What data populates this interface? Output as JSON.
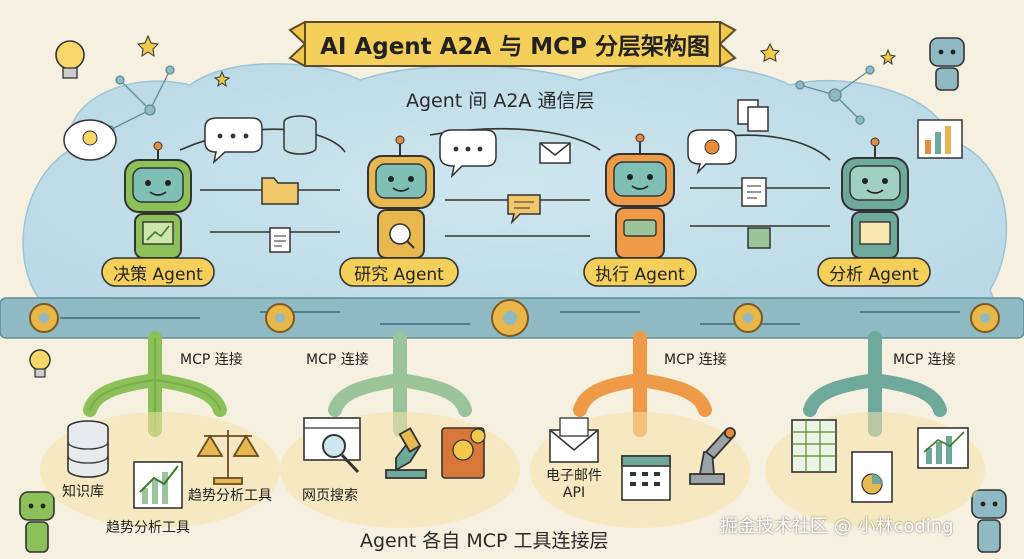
{
  "title": "AI Agent A2A 与 MCP 分层架构图",
  "layers": {
    "top": "Agent 间 A2A 通信层",
    "bottom": "Agent 各自 MCP 工具连接层"
  },
  "agents": [
    {
      "label": "决策 Agent",
      "color": "#8cc15a"
    },
    {
      "label": "研究 Agent",
      "color": "#e7b84f"
    },
    {
      "label": "执行 Agent",
      "color": "#ee9a46"
    },
    {
      "label": "分析 Agent",
      "color": "#6ea99c"
    }
  ],
  "mcp_labels": [
    "MCP 连接",
    "MCP 连接",
    "MCP 连接",
    "MCP 连接"
  ],
  "tools": {
    "decision": [
      "知识库",
      "趋势分析工具",
      "趋势分析工具"
    ],
    "research": [
      "网页搜索"
    ],
    "execution": [
      "电子邮件\nAPI"
    ]
  },
  "watermark": "掘金技术社区 @ 小林coding",
  "icons": [
    "robot-icon",
    "lightbulb-icon",
    "database-icon",
    "folder-icon",
    "document-icon",
    "envelope-icon",
    "chat-bubble-icon",
    "gear-icon",
    "bar-chart-icon",
    "magnifier-icon",
    "microscope-icon",
    "book-icon",
    "calendar-icon",
    "robot-arm-icon",
    "spreadsheet-icon",
    "pie-report-icon",
    "scale-icon",
    "browser-search-icon",
    "star-icon",
    "network-icon"
  ]
}
